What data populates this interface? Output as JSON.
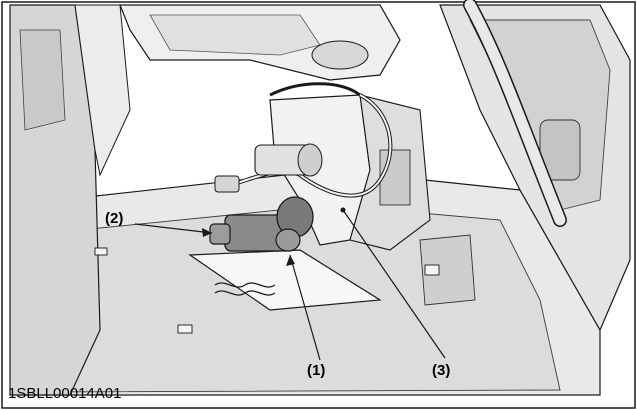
{
  "figure": {
    "callouts": [
      {
        "id": "1",
        "label": "(1)"
      },
      {
        "id": "2",
        "label": "(2)"
      },
      {
        "id": "3",
        "label": "(3)"
      }
    ],
    "figure_id": "1SBLL00014A01"
  },
  "colors": {
    "background": "#ffffff",
    "line": "#1a1a1a",
    "light_gray": "#e6e6e6",
    "mid_gray": "#c8c8c8",
    "dark_gray": "#8a8a8a",
    "part_highlight": "#7a7a7a"
  }
}
